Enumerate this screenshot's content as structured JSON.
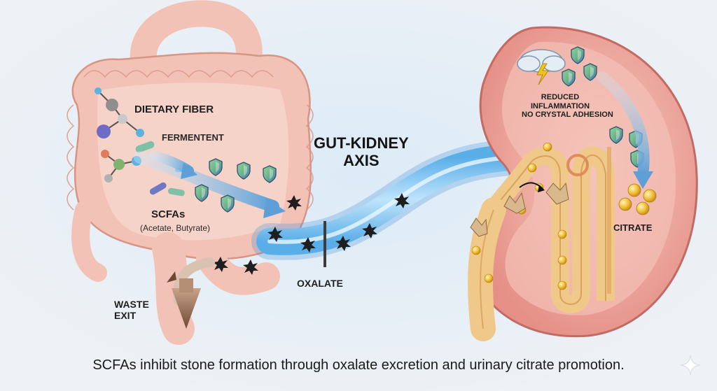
{
  "labels": {
    "dietary_fiber": "DIETARY FIBER",
    "fermentent": "FERMENTENT",
    "scfas": "SCFAs",
    "scfas_detail": "(Acetate, Butyrate)",
    "axis_line1": "GUT-KIDNEY",
    "axis_line2": "AXIS",
    "oxalate": "OXALATE",
    "waste_line1": "WASTE",
    "waste_line2": "EXIT",
    "reduced_line1": "REDUCED",
    "reduced_line2": "INFLAMMATION",
    "reduced_line3": "NO CRYSTAL ADHESION",
    "citrate": "CITRATE"
  },
  "caption": "SCFAs inhibit stone formation through oxalate excretion and urinary citrate promotion.",
  "icons": [
    "shield-icon",
    "oxalate-crystal-icon",
    "molecule-icon",
    "bacteria-icon",
    "lightning-cloud-icon",
    "citrate-ball-icon",
    "arrow-icon",
    "sparkle-icon"
  ],
  "colors": {
    "background": "#eef1f5",
    "intestine": "#f2c2b6",
    "kidney_outer": "#efa79e",
    "kidney_inner": "#f4c0b6",
    "tubule": "#f0c88a",
    "blood_vessel": "#7ec3ef",
    "shield_green": "#7fc393",
    "shield_blue": "#4b7bb8",
    "crystal": "#1e1e1e",
    "citrate_ball": "#f1c23a"
  }
}
